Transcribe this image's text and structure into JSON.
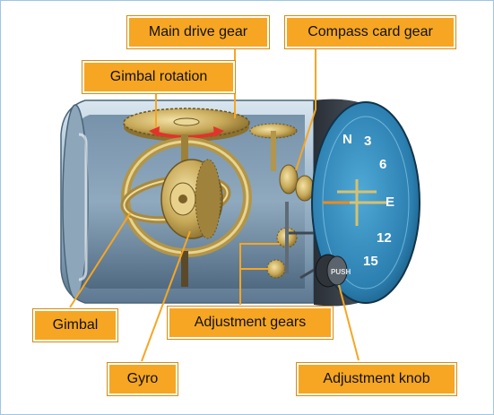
{
  "labels": {
    "main_drive_gear": "Main drive gear",
    "compass_card_gear": "Compass card gear",
    "gimbal_rotation": "Gimbal rotation",
    "gimbal": "Gimbal",
    "adjustment_gears": "Adjustment gears",
    "gyro": "Gyro",
    "adjustment_knob": "Adjustment knob"
  },
  "dial": {
    "markings": [
      "N",
      "3",
      "6",
      "E",
      "12",
      "15"
    ],
    "knob_text": "PUSH"
  },
  "colors": {
    "label_fill": "#f6a623",
    "leader_line": "#f6a623",
    "rotation_arrow": "#e2332a",
    "housing": "#9fb8cc",
    "brass": "#c8aa5a",
    "dial_face": "#3a8fbf"
  }
}
